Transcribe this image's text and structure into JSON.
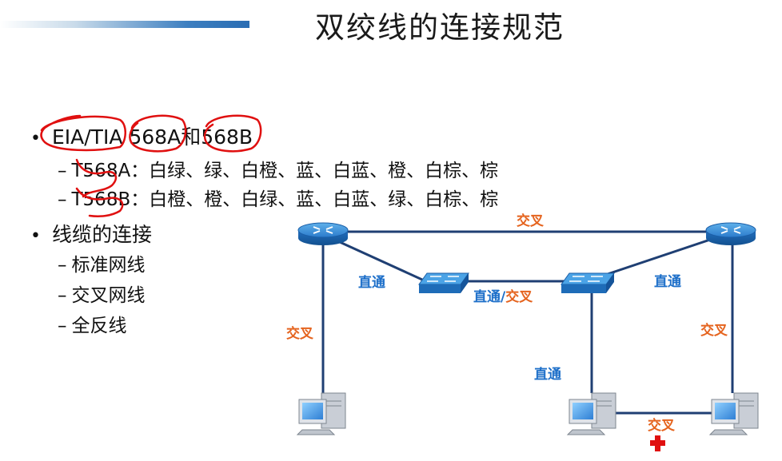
{
  "slide": {
    "title": "双绞线的连接规范"
  },
  "bullets": [
    {
      "text": "EIA/TIA 568A和568B"
    },
    {
      "text": "线缆的连接"
    }
  ],
  "sub_items_1": [
    {
      "dash": "–",
      "text": "T568A：白绿、绿、白橙、蓝、白蓝、橙、白棕、棕"
    },
    {
      "dash": "–",
      "text": "T568B：白橙、橙、白绿、蓝、白蓝、绿、白棕、棕"
    }
  ],
  "sub_items_2": [
    {
      "dash": "–",
      "text": "标准网线"
    },
    {
      "dash": "–",
      "text": "交叉网线"
    },
    {
      "dash": "–",
      "text": "全反线"
    }
  ],
  "diagram": {
    "labels": {
      "top_link": "交叉",
      "router_left_to_switch": "直通",
      "switch_to_switch_a": "直通",
      "switch_to_switch_slash": "/",
      "switch_to_switch_b": "交叉",
      "switch_to_router_right": "直通",
      "router_left_to_pc": "交叉",
      "router_right_to_pc": "交叉",
      "switch_to_pc": "直通",
      "pc_to_pc": "交叉"
    },
    "colors": {
      "straight": "#1d6fc9",
      "crossover": "#e5641f",
      "link_line": "#1f3f73",
      "device_blue": "#2e7fd0",
      "annotation_red": "#e01010"
    },
    "icons": [
      "router-icon",
      "switch-icon",
      "pc-icon",
      "red-cross-icon"
    ]
  }
}
